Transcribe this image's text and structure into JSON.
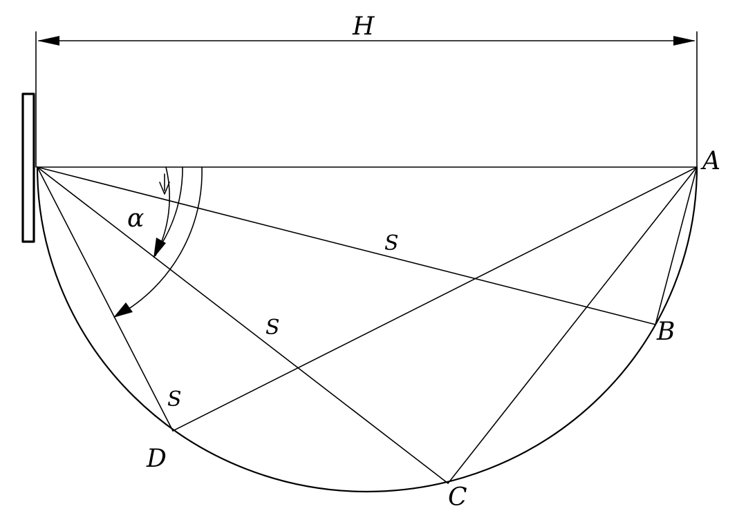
{
  "labels": {
    "H": "H",
    "A": "A",
    "B": "B",
    "C": "C",
    "D": "D",
    "alpha": "α",
    "s1": "S",
    "s2": "S",
    "s3": "S"
  },
  "colors": {
    "ink": "#000000",
    "paper": "#ffffff"
  }
}
